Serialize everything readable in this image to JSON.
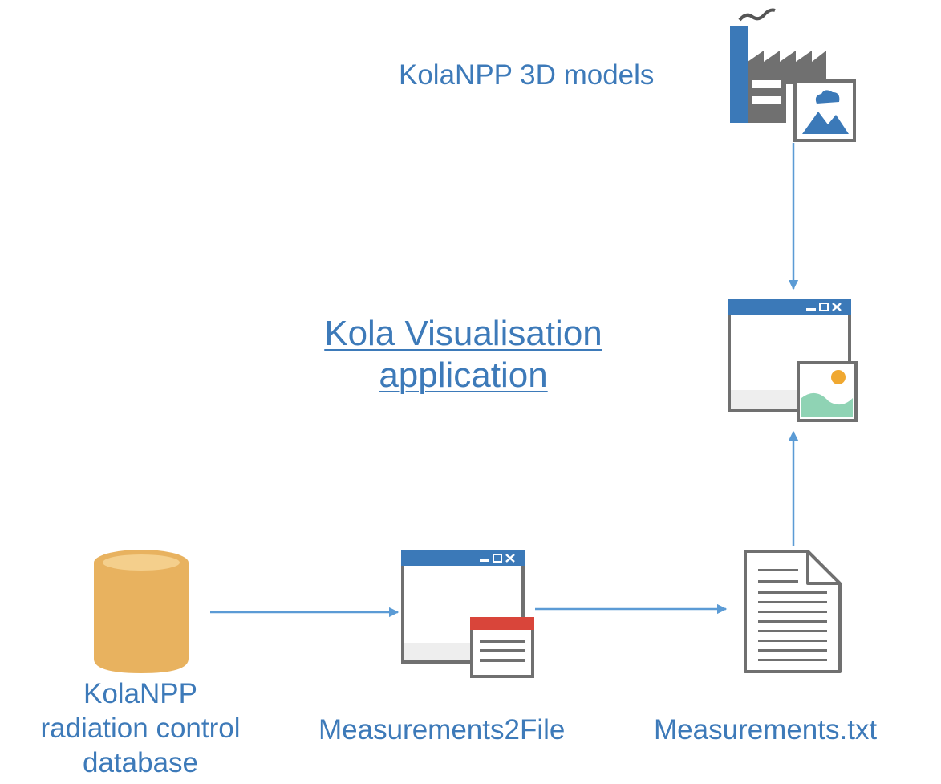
{
  "title": {
    "line1": "Kola Visualisation",
    "line2": "application"
  },
  "nodes": {
    "models": {
      "label": "KolaNPP 3D models",
      "icon": "factory-image-icon"
    },
    "viz_app": {
      "icon": "application-image-window-icon"
    },
    "database": {
      "label_line1": "KolaNPP",
      "label_line2": "radiation control",
      "label_line3": "database",
      "icon": "database-icon"
    },
    "m2f": {
      "label": "Measurements2File",
      "icon": "application-form-window-icon"
    },
    "txt": {
      "label": "Measurements.txt",
      "icon": "text-document-icon"
    }
  },
  "colors": {
    "text": "#3d7ab9",
    "arrow": "#5b9bd5",
    "window_bar": "#3b79b8",
    "database": "#e8b25f",
    "form_header": "#d9453a",
    "landscape_green": "#8fd3b4",
    "sun": "#f0a830"
  }
}
